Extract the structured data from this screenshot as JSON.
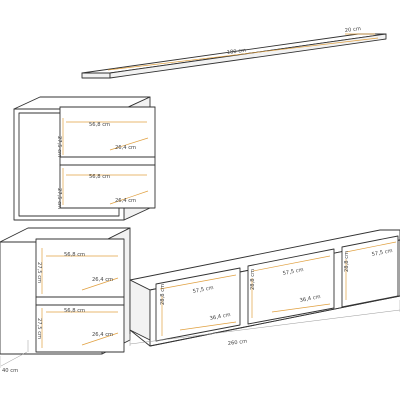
{
  "colors": {
    "line": "#333333",
    "dimension": "#e0a040",
    "background": "#ffffff"
  },
  "dimensions": {
    "shelf_length": "180 cm",
    "shelf_depth": "20 cm",
    "wall_cab_width_top": "56,8 cm",
    "wall_cab_height_top": "27,5 cm",
    "wall_cab_depth_top": "26,4 cm",
    "wall_cab_width_bottom": "56,8 cm",
    "wall_cab_height_bottom": "27,5 cm",
    "wall_cab_depth_bottom": "26,4 cm",
    "floor_cab_width_top": "56,8 cm",
    "floor_cab_height_top": "27,5 cm",
    "floor_cab_depth_top": "26,4 cm",
    "floor_cab_width_bottom": "56,8 cm",
    "floor_cab_height_bottom": "27,5 cm",
    "floor_cab_depth_bottom": "26,4 cm",
    "tv_comp1_width": "57,5 cm",
    "tv_comp1_height": "28,8 cm",
    "tv_comp1_depth": "36,4 cm",
    "tv_comp2_width": "57,5 cm",
    "tv_comp2_height": "28,8 cm",
    "tv_comp2_depth": "36,4 cm",
    "tv_comp3_width": "57,5 cm",
    "tv_comp3_height": "28,8 cm",
    "tv_total_width": "260 cm",
    "floor_cab_side_depth": "40 cm"
  }
}
